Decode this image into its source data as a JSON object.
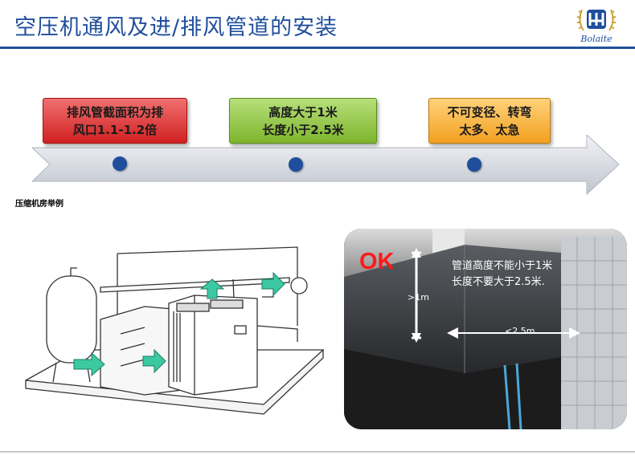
{
  "title": "空压机通风及进/排风管道的安装",
  "logo": {
    "text": "Bolaite"
  },
  "timeline": {
    "steps": [
      {
        "line1": "排风管截面积为排",
        "line2": "风口1.1-1.2倍",
        "color": "#e03030"
      },
      {
        "line1": "高度大于1米",
        "line2": "长度小于2.5米",
        "color": "#8cc63f"
      },
      {
        "line1": "不可变径、转弯",
        "line2": "太多、太急",
        "color": "#f7a823"
      }
    ]
  },
  "example_label": "压缩机房举例",
  "photo": {
    "ok_label": "OK",
    "caption_line1": "管道高度不能小于1米",
    "caption_line2": "长度不要大于2.5米.",
    "height_label": ">1m",
    "length_label": "<2.5m"
  },
  "colors": {
    "brand_blue": "#1f4e9c",
    "airflow_green": "#3cc8a0",
    "ok_red": "#ff1a1a"
  }
}
